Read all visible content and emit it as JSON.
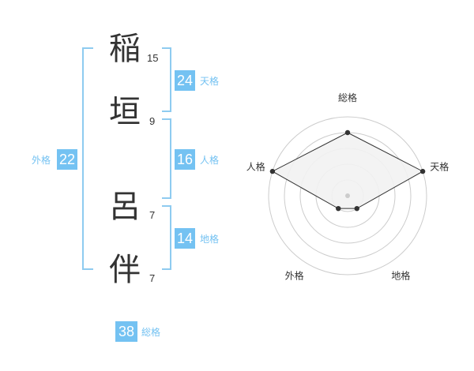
{
  "name_chars": [
    {
      "char": "稲",
      "strokes": "15"
    },
    {
      "char": "垣",
      "strokes": "9"
    },
    {
      "char": "呂",
      "strokes": "7"
    },
    {
      "char": "伴",
      "strokes": "7"
    }
  ],
  "fortunes": {
    "tenkaku": {
      "value": "24",
      "label": "天格"
    },
    "jinkaku": {
      "value": "16",
      "label": "人格"
    },
    "chikaku": {
      "value": "14",
      "label": "地格"
    },
    "gaikaku": {
      "value": "22",
      "label": "外格"
    },
    "soukaku": {
      "value": "38",
      "label": "総格"
    }
  },
  "radar": {
    "axes": [
      "総格",
      "天格",
      "地格",
      "外格",
      "人格"
    ],
    "levels": 5,
    "values": [
      4,
      5,
      1,
      1,
      5
    ],
    "max": 5,
    "line_color": "#333333",
    "fill_color": "#f2f2f2",
    "grid_color": "#cccccc"
  },
  "colors": {
    "accent": "#74c2f2",
    "bracket": "#8ecbf0"
  }
}
